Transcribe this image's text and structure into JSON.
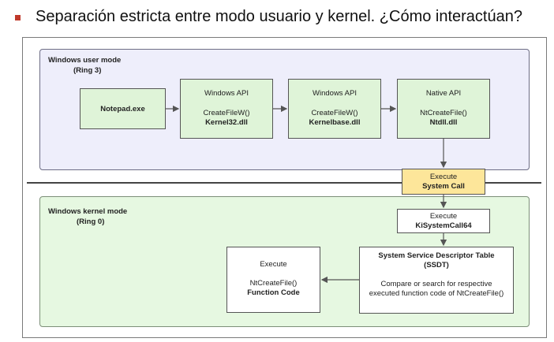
{
  "slide": {
    "title": "Separación estricta entre modo usuario y kernel. ¿Cómo interactúan?"
  },
  "user_zone": {
    "title": "Windows user mode",
    "subtitle": "(Ring 3)"
  },
  "kernel_zone": {
    "title": "Windows kernel mode",
    "subtitle": "(Ring 0)"
  },
  "boxes": {
    "notepad": {
      "label": "Notepad.exe"
    },
    "win_api_1": {
      "title": "Windows API",
      "call": "CreateFileW()",
      "dll": "Kernel32.dll"
    },
    "win_api_2": {
      "title": "Windows API",
      "call": "CreateFileW()",
      "dll": "Kernelbase.dll"
    },
    "native_api": {
      "title": "Native API",
      "call": "NtCreateFile()",
      "dll": "Ntdll.dll"
    },
    "syscall": {
      "line1": "Execute",
      "line2": "System Call"
    },
    "kisyscall": {
      "line1": "Execute",
      "line2": "KiSystemCall64"
    },
    "ssdt": {
      "title_line1": "System Service Descriptor Table",
      "title_line2": "(SSDT)",
      "desc_line1": "Compare or search for respective",
      "desc_line2": "executed function code of NtCreateFile()"
    },
    "function": {
      "line1": "Execute",
      "line2": "NtCreateFile()",
      "line3": "Function Code"
    }
  },
  "colors": {
    "user_zone_bg": "#eeeefb",
    "kernel_zone_bg": "#e6f8e1",
    "green_box": "#dff4d8",
    "yellow_box": "#fde69a",
    "bullet": "#c0392b"
  }
}
